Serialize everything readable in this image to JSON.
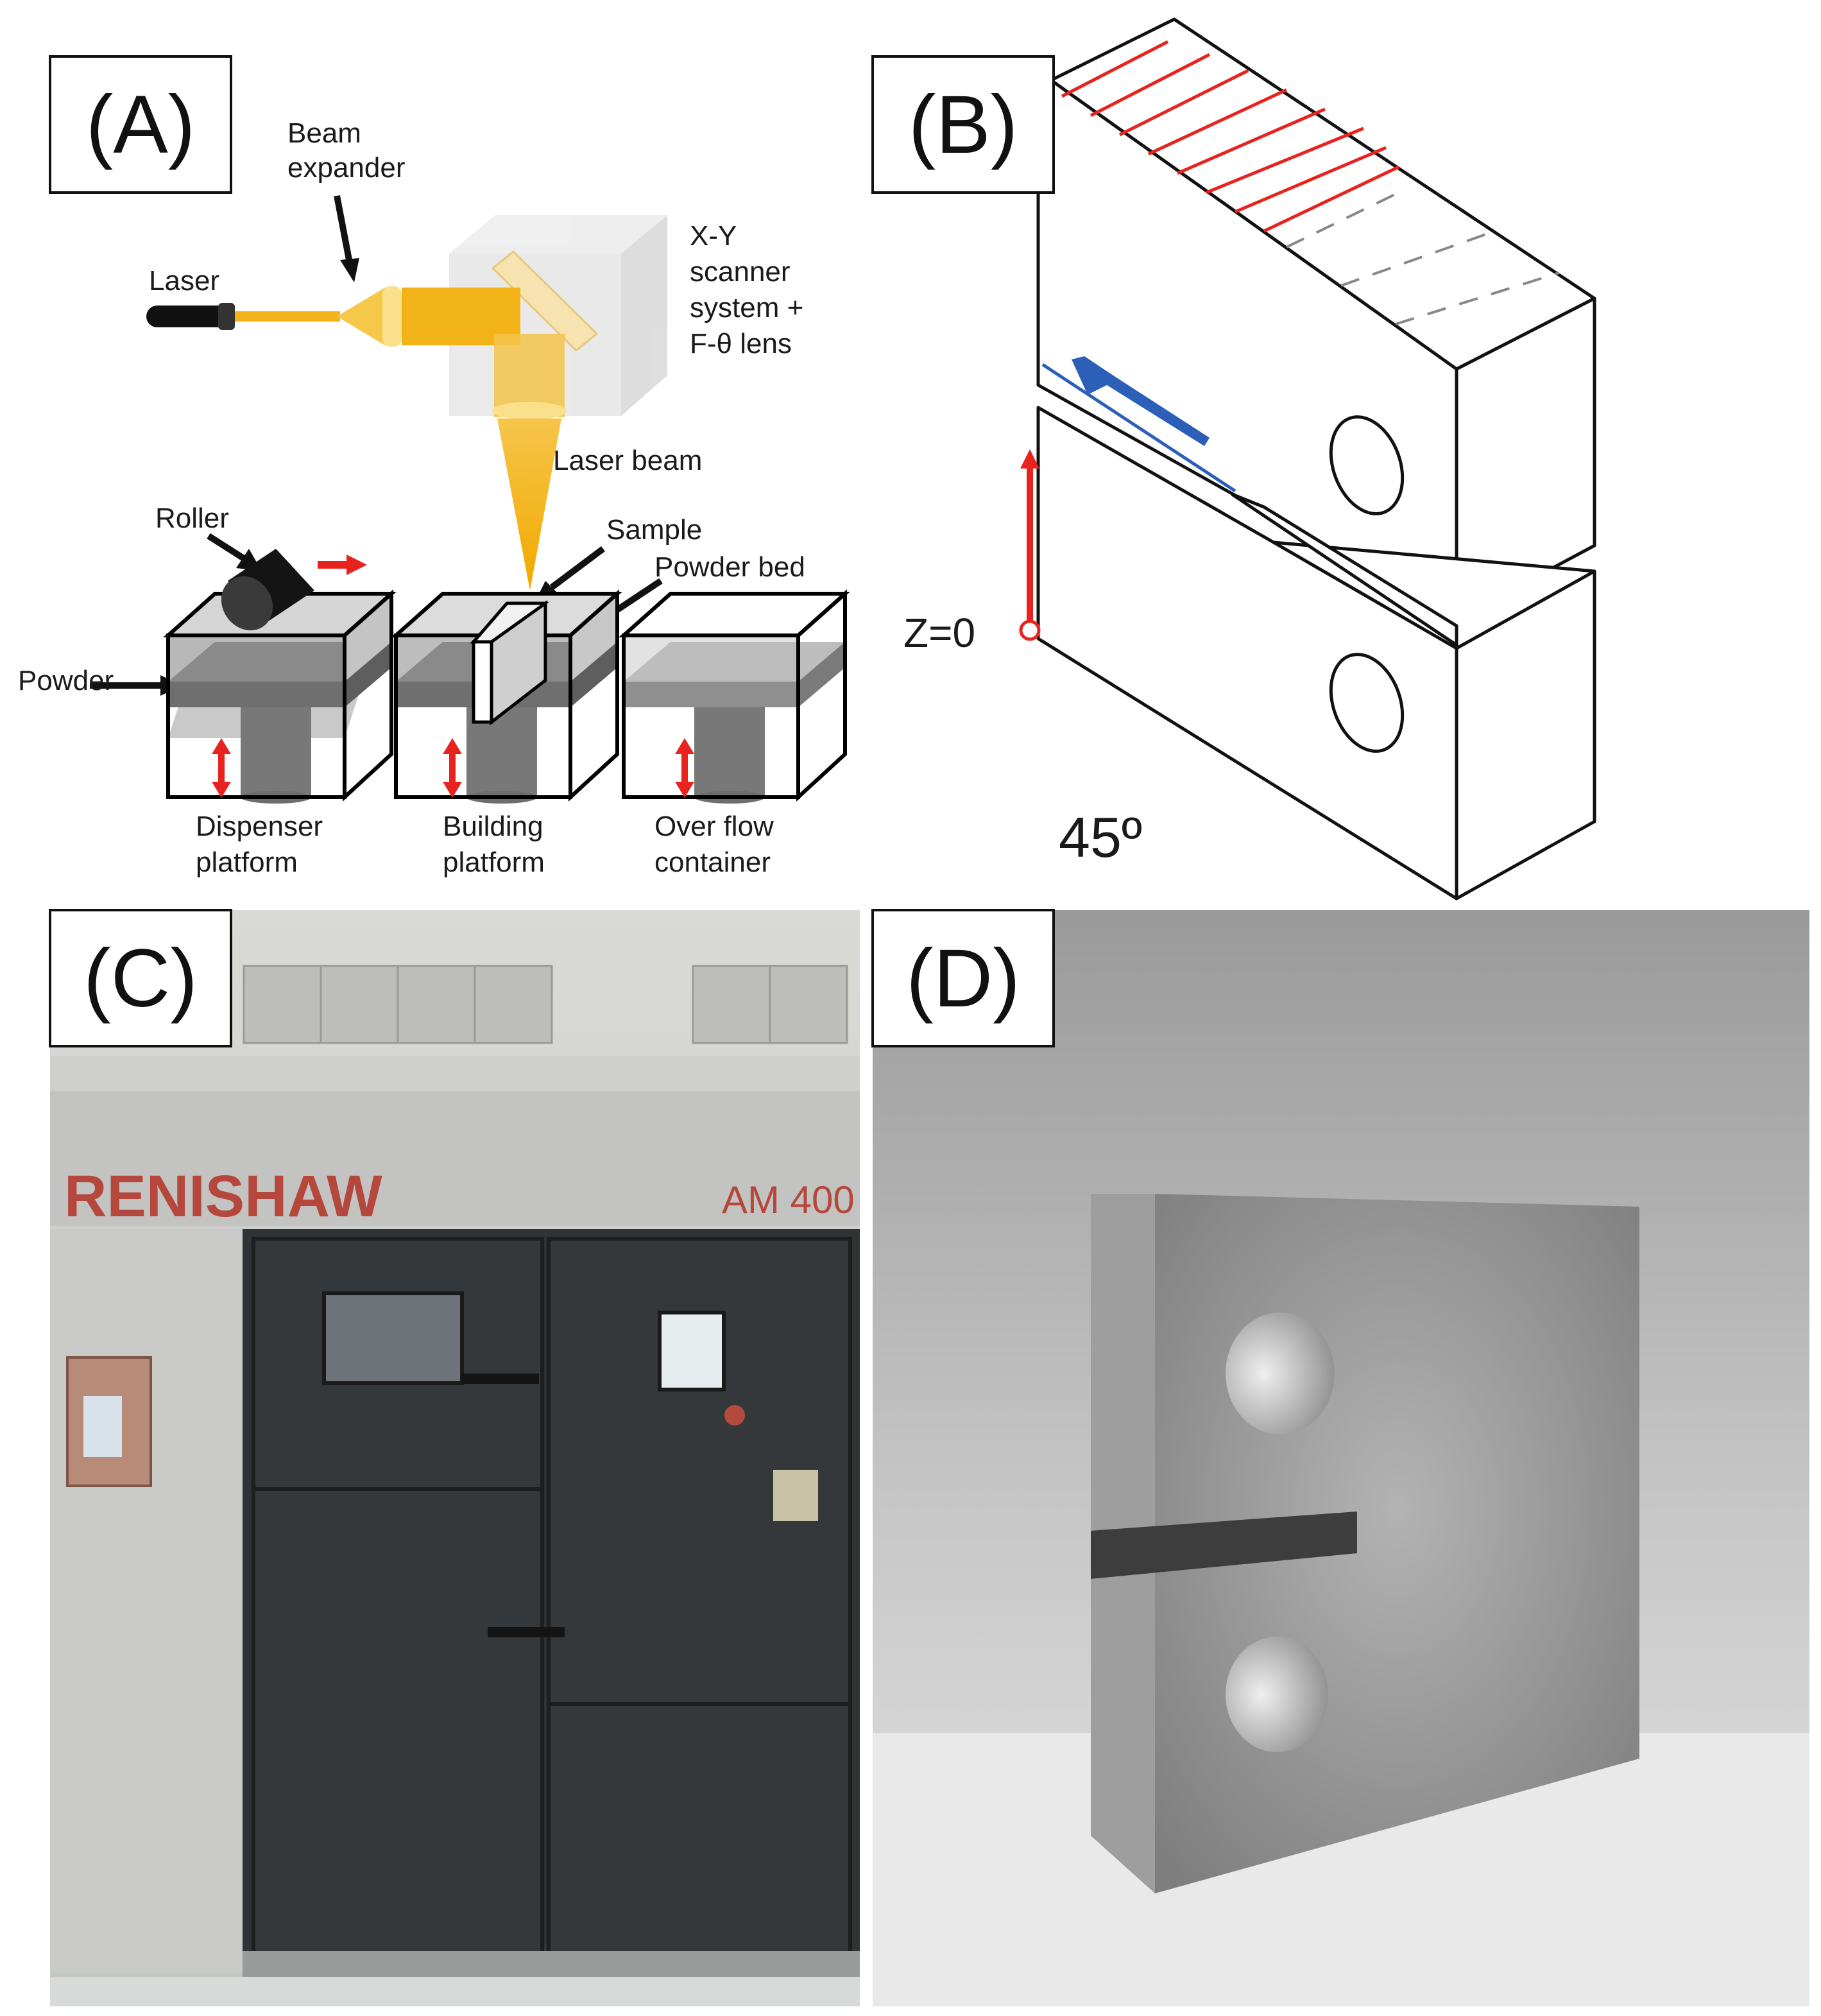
{
  "panels": {
    "a": {
      "tag": "(A)",
      "labels": {
        "beam_expander_1": "Beam",
        "beam_expander_2": "expander",
        "laser": "Laser",
        "scanner_1": "X-Y",
        "scanner_2": "scanner",
        "scanner_3": "system +",
        "scanner_4": "F-θ lens",
        "laser_beam": "Laser beam",
        "roller": "Roller",
        "sample": "Sample",
        "powder_bed": "Powder bed",
        "powder": "Powder",
        "dispenser_1": "Dispenser",
        "dispenser_2": "platform",
        "building_1": "Building",
        "building_2": "platform",
        "overflow_1": "Over flow",
        "overflow_2": "container"
      }
    },
    "b": {
      "tag": "(B)",
      "z_label": "Z=0",
      "angle_label": "45º"
    },
    "c": {
      "tag": "(C)",
      "brand_text": "RENISHAW",
      "model_text": "AM 400"
    },
    "d": {
      "tag": "(D)"
    }
  },
  "colors": {
    "laser_yellow": "#f5b820",
    "arrow_red": "#e8231f",
    "arrow_blue": "#2c5fb8",
    "machine_dark": "#2f3336",
    "brand_red": "#b5473c"
  }
}
